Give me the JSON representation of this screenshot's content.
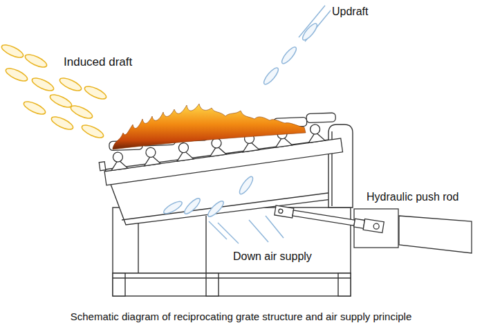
{
  "diagram": {
    "caption": "Schematic diagram of reciprocating grate structure and air supply principle",
    "labels": [
      "Updraft",
      "Induced draft",
      "Hydraulic push rod",
      "Down air supply"
    ]
  }
}
